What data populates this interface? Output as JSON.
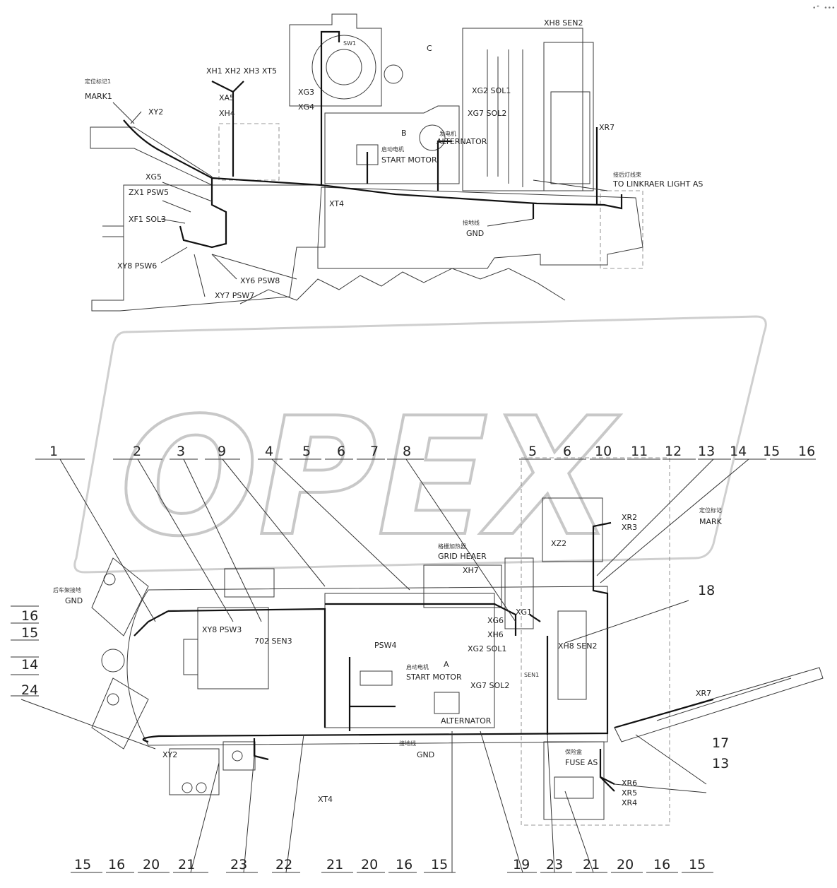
{
  "watermark": "OPEX",
  "corner_mark": "•° •••",
  "top_view": {
    "labels": [
      {
        "id": "xh1-xh2-xh3-xt5",
        "text": "XH1 XH2 XH3 XT5"
      },
      {
        "id": "xa5",
        "text": "XA5"
      },
      {
        "id": "xh4",
        "text": "XH4"
      },
      {
        "id": "mark1-cn",
        "text": "定位标记1"
      },
      {
        "id": "mark1",
        "text": "MARK1"
      },
      {
        "id": "xy2",
        "text": "XY2"
      },
      {
        "id": "xg3",
        "text": "XG3"
      },
      {
        "id": "xg4",
        "text": "XG4"
      },
      {
        "id": "sw1",
        "text": "SW1"
      },
      {
        "id": "c",
        "text": "C"
      },
      {
        "id": "xh8-sen2",
        "text": "XH8 SEN2"
      },
      {
        "id": "xg2-sol1",
        "text": "XG2 SOL1"
      },
      {
        "id": "xg7-sol2",
        "text": "XG7 SOL2"
      },
      {
        "id": "alt-cn",
        "text": "发电机"
      },
      {
        "id": "b",
        "text": "B"
      },
      {
        "id": "alternator",
        "text": "ALTERNATOR"
      },
      {
        "id": "xr7",
        "text": "XR7"
      },
      {
        "id": "start-cn",
        "text": "启动电机"
      },
      {
        "id": "start-motor",
        "text": "START MOTOR"
      },
      {
        "id": "xg5",
        "text": "XG5"
      },
      {
        "id": "zx1-psw5",
        "text": "ZX1 PSW5"
      },
      {
        "id": "xf1-sol3",
        "text": "XF1 SOL3"
      },
      {
        "id": "xt4",
        "text": "XT4"
      },
      {
        "id": "tail-cn",
        "text": "接后灯线束"
      },
      {
        "id": "linkrear",
        "text": "TO LINKRAER LIGHT AS"
      },
      {
        "id": "gnd-cn",
        "text": "接地线"
      },
      {
        "id": "gnd",
        "text": "GND"
      },
      {
        "id": "xy8-psw6",
        "text": "XY8 PSW6"
      },
      {
        "id": "xy6-psw8",
        "text": "XY6 PSW8"
      },
      {
        "id": "xy7-psw7",
        "text": "XY7 PSW7"
      }
    ]
  },
  "bottom_view": {
    "labels": [
      {
        "id": "grid-cn",
        "text": "格栅加热器"
      },
      {
        "id": "grid-heater",
        "text": "GRID HEAER"
      },
      {
        "id": "xh7",
        "text": "XH7"
      },
      {
        "id": "xg6",
        "text": "XG6"
      },
      {
        "id": "xh6",
        "text": "XH6"
      },
      {
        "id": "xg1",
        "text": "XG1"
      },
      {
        "id": "xz2",
        "text": "XZ2"
      },
      {
        "id": "xr2",
        "text": "XR2"
      },
      {
        "id": "xr3",
        "text": "XR3"
      },
      {
        "id": "mark-cn",
        "text": "定位标记"
      },
      {
        "id": "mark",
        "text": "MARK"
      },
      {
        "id": "gnd-cn2",
        "text": "后车架接地"
      },
      {
        "id": "gnd2",
        "text": "GND"
      },
      {
        "id": "xy8-psw3",
        "text": "XY8 PSW3"
      },
      {
        "id": "702-sen3",
        "text": "702 SEN3"
      },
      {
        "id": "psw4",
        "text": "PSW4"
      },
      {
        "id": "start-cn2",
        "text": "启动电机"
      },
      {
        "id": "start-motor2",
        "text": "START MOTOR"
      },
      {
        "id": "a",
        "text": "A"
      },
      {
        "id": "xg2-sol1b",
        "text": "XG2 SOL1"
      },
      {
        "id": "xg7-sol2b",
        "text": "XG7 SOL2"
      },
      {
        "id": "sen1",
        "text": "SEN1"
      },
      {
        "id": "alternator2",
        "text": "ALTERNATOR"
      },
      {
        "id": "xh8-sen2b",
        "text": "XH8 SEN2"
      },
      {
        "id": "xr7b",
        "text": "XR7"
      },
      {
        "id": "xy2b",
        "text": "XY2"
      },
      {
        "id": "gnd-cn3",
        "text": "接地线"
      },
      {
        "id": "gnd3",
        "text": "GND"
      },
      {
        "id": "xt4b",
        "text": "XT4"
      },
      {
        "id": "fuse-cn",
        "text": "保险盒"
      },
      {
        "id": "fuse-as",
        "text": "FUSE AS"
      },
      {
        "id": "xr6",
        "text": "XR6"
      },
      {
        "id": "xr5",
        "text": "XR5"
      },
      {
        "id": "xr4",
        "text": "XR4"
      }
    ],
    "callouts_top": [
      "1",
      "2",
      "3",
      "9",
      "4",
      "5",
      "6",
      "7",
      "8",
      "5",
      "6",
      "10",
      "11",
      "12",
      "13",
      "14",
      "15",
      "16"
    ],
    "callouts_left": [
      "16",
      "15",
      "14",
      "24"
    ],
    "callouts_right": [
      "18",
      "17",
      "13"
    ],
    "callouts_bottom": [
      "15",
      "16",
      "20",
      "21",
      "23",
      "22",
      "21",
      "20",
      "16",
      "15",
      "19",
      "23",
      "21",
      "20",
      "16",
      "15"
    ]
  }
}
